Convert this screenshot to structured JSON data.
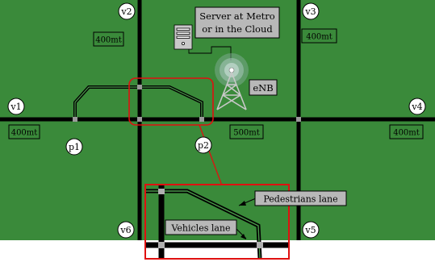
{
  "labels": {
    "server": [
      "Server at Metro",
      "or in the Cloud"
    ],
    "enb": "eNB",
    "pedestrians_lane": "Pedestrians lane",
    "vehicles_lane": "Vehicles lane",
    "distances": {
      "top_left": "400mt",
      "top_right": "400mt",
      "left": "400mt",
      "middle": "500mt",
      "right": "400mt"
    }
  },
  "nodes": {
    "v1": "v1",
    "v2": "v2",
    "v3": "v3",
    "v4": "v4",
    "v5": "v5",
    "v6": "v6",
    "p1": "p1",
    "p2": "p2"
  },
  "colors": {
    "field": "#3a8a3a",
    "road": "#000000",
    "highlight": "#e01010",
    "label_fill": "#b8b8b8",
    "node_fill": "#ffffff"
  },
  "icons": {
    "server": "server-icon",
    "tower": "cell-tower-icon"
  }
}
